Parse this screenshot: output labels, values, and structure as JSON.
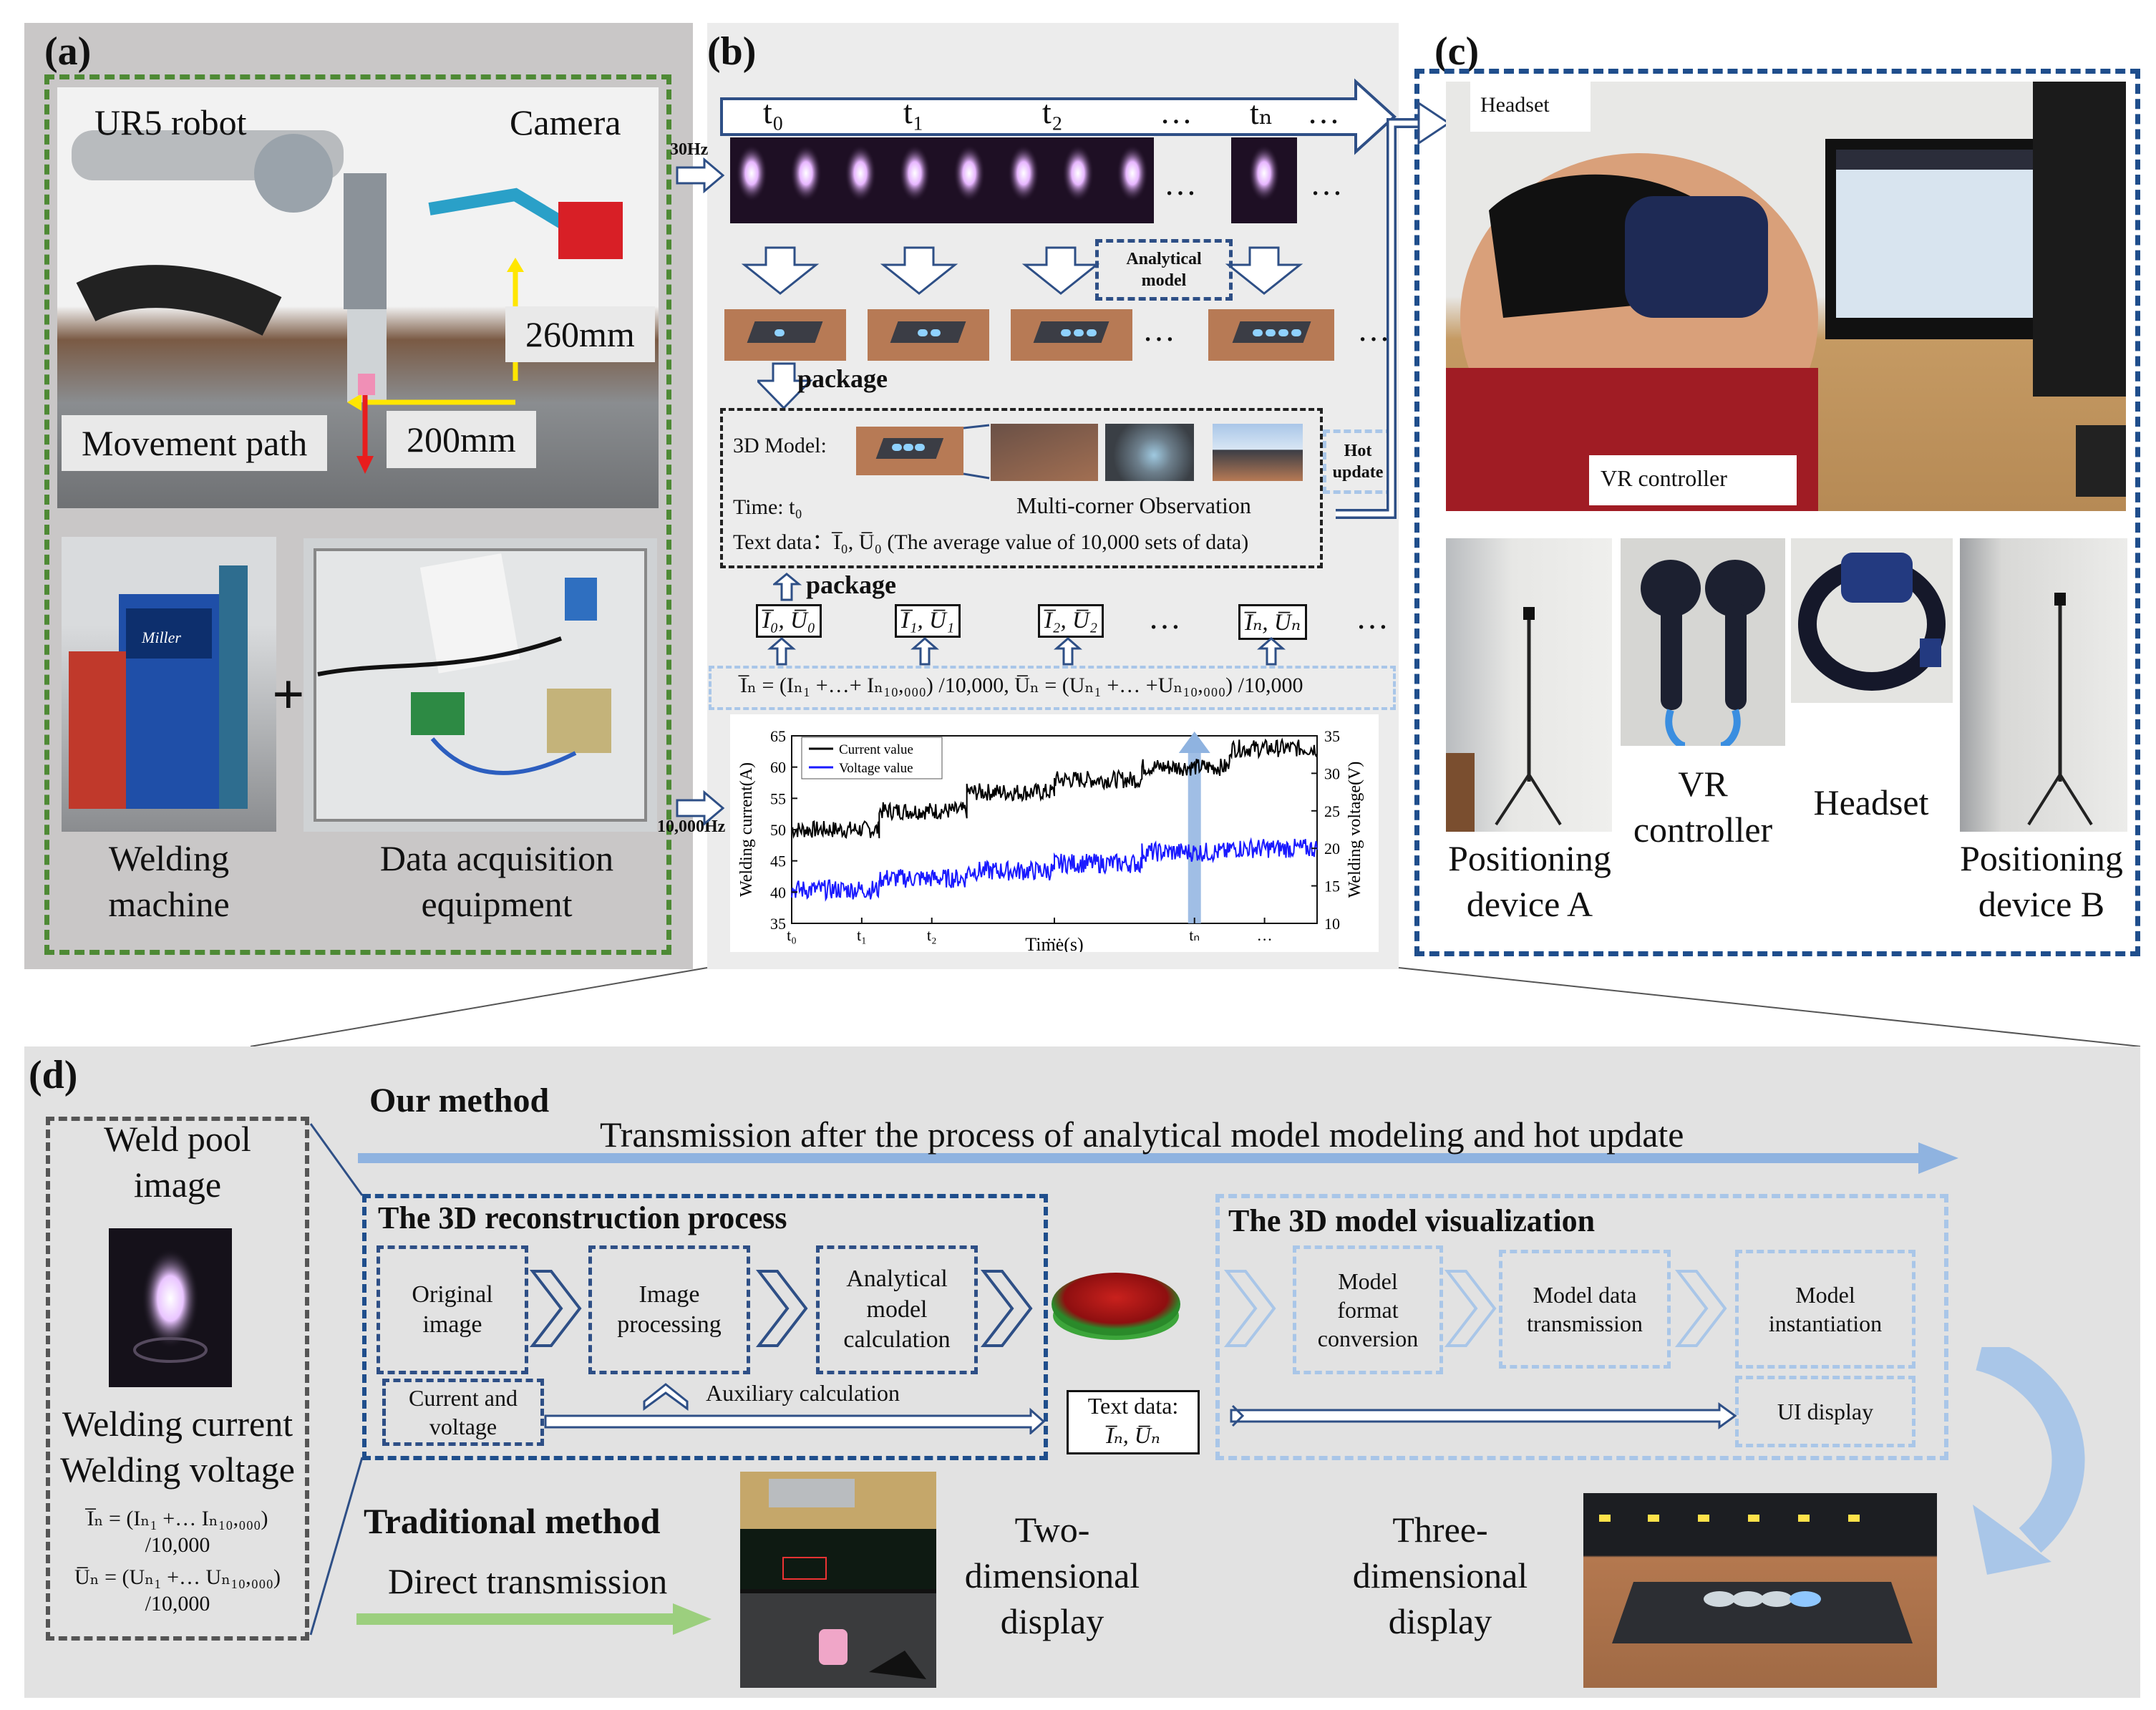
{
  "panel_a": {
    "label": "(a)",
    "ur5": "UR5 robot",
    "camera": "Camera",
    "dim_260": "260mm",
    "dim_200": "200mm",
    "movement": "Movement path",
    "welding_machine_1": "Welding",
    "welding_machine_2": "machine",
    "daq_1": "Data acquisition",
    "daq_2": "equipment",
    "plus": "+",
    "miller": "Miller"
  },
  "panel_b": {
    "label": "(b)",
    "hz30": "30Hz",
    "hz10000": "10,000Hz",
    "t0": "t₀",
    "t1": "t₁",
    "t2": "t₂",
    "dots": "…",
    "tn": "tₙ",
    "dots2": "…",
    "analytical_1": "Analytical",
    "analytical_2": "model",
    "package_1": "package",
    "package_2": "package",
    "model_label": "3D Model:",
    "hot_1": "Hot",
    "hot_2": "update",
    "time": "Time: t₀",
    "multi": "Multi-corner Observation",
    "text_data": "Text data：I̅₀, U̅₀ (The average value of 10,000 sets of data)",
    "v0": "I̅₀, U̅₀",
    "v1": "I̅₁, U̅₁",
    "v2": "I̅₂, U̅₂",
    "vn": "I̅ₙ, U̅ₙ",
    "vdots1": "…",
    "vdots2": "…",
    "formula": "I̅ₙ = (Iₙ₁ +…+ Iₙ₁₀,₀₀₀) /10,000,   U̅ₙ = (Uₙ₁ +… +Uₙ₁₀,₀₀₀) /10,000"
  },
  "panel_c": {
    "label": "(c)",
    "headset_top": "Headset",
    "vr_controller_cap": "VR controller",
    "pos_a_1": "Positioning",
    "pos_a_2": "device A",
    "vr_1": "VR",
    "vr_2": "controller",
    "headset": "Headset",
    "pos_b_1": "Positioning",
    "pos_b_2": "device B"
  },
  "panel_d": {
    "label": "(d)",
    "weld_pool_1": "Weld pool",
    "weld_pool_2": "image",
    "welding_current": "Welding current",
    "welding_voltage": "Welding voltage",
    "i_formula_1": "I̅ₙ = (Iₙ₁ +… Iₙ₁₀,₀₀₀)",
    "i_formula_2": "/10,000",
    "u_formula_1": "U̅ₙ = (Uₙ₁ +… Uₙ₁₀,₀₀₀)",
    "u_formula_2": "/10,000",
    "our_method": "Our method",
    "transmission": "Transmission after the process of analytical model modeling and hot update",
    "recon_title": "The 3D reconstruction process",
    "orig_1": "Original",
    "orig_2": "image",
    "imgproc_1": "Image",
    "imgproc_2": "processing",
    "anal_1": "Analytical",
    "anal_2": "model",
    "anal_3": "calculation",
    "cv_1": "Current and",
    "cv_2": "voltage",
    "aux": "Auxiliary calculation",
    "td_1": "Text data:",
    "td_2": "I̅ₙ, U̅ₙ",
    "vis_title": "The 3D model visualization",
    "mfc_1": "Model",
    "mfc_2": "format",
    "mfc_3": "conversion",
    "mdt_1": "Model data",
    "mdt_2": "transmission",
    "mi_1": "Model",
    "mi_2": "instantiation",
    "ui": "UI display",
    "traditional": "Traditional method",
    "direct": "Direct transmission",
    "two_1": "Two-",
    "two_2": "dimensional",
    "two_3": "display",
    "three_1": "Three-",
    "three_2": "dimensional",
    "three_3": "display"
  },
  "colors": {
    "green_dash": "#4e8a35",
    "blue_dash": "#1f4e8c",
    "light_blue_dash": "#a9c6e8",
    "grey_dash": "#555555",
    "arrow_blue": "#8fb3e0",
    "arrow_green": "#9ccf7e",
    "current_series": "#000000",
    "voltage_series": "#1a1aff"
  },
  "chart_data": {
    "type": "line",
    "xlabel": "Time(s)",
    "ylabel": "Welding current(A)",
    "y2label": "Welding voltage(V)",
    "x_tick_labels": [
      "t₀",
      "t₁",
      "t₂",
      "…",
      "tₙ",
      "…"
    ],
    "ylim": [
      35,
      65
    ],
    "yticks": [
      35,
      40,
      45,
      50,
      55,
      60,
      65
    ],
    "y2lim": [
      10,
      35
    ],
    "y2ticks": [
      10,
      15,
      20,
      25,
      30,
      35
    ],
    "series": [
      {
        "name": "Current value",
        "axis": "left",
        "color": "#000000",
        "segments_x": [
          0,
          1,
          2,
          3,
          4,
          5,
          6
        ],
        "values": [
          50,
          53,
          56,
          58,
          60,
          63
        ]
      },
      {
        "name": "Voltage value",
        "axis": "right",
        "color": "#1a1aff",
        "segments_x": [
          0,
          1,
          2,
          3,
          4,
          5,
          6
        ],
        "values": [
          14.5,
          16,
          17,
          18,
          19.5,
          20
        ]
      }
    ]
  }
}
